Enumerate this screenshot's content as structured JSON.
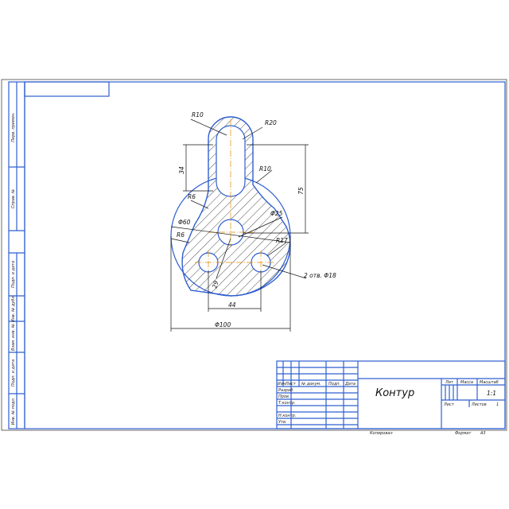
{
  "drawing": {
    "dimensions": {
      "r10_top": "R10",
      "r20": "R20",
      "d34": "34",
      "d75": "75",
      "r10_side": "R10",
      "r6_upper": "R6",
      "phi60": "Φ60",
      "phi25": "Φ25",
      "r6_lower": "R6",
      "r17": "R17",
      "holes": "2 отв. Φ18",
      "d29": "29",
      "d44": "44",
      "phi100": "Φ100"
    }
  },
  "title_block": {
    "title": "Контур",
    "scale_value": "1:1",
    "headers": {
      "lit": "Лит",
      "massa": "Масса",
      "masshtab": "Масштаб"
    },
    "sheet_label": "Лист",
    "sheets_label": "Листов",
    "sheets_count": "1",
    "row_headers": {
      "izm": "Изм",
      "list": "Лист",
      "doc": "№ докум.",
      "podp": "Подп.",
      "data": "Дата"
    },
    "roles": [
      "Разраб.",
      "Пров.",
      "Т.контр.",
      "",
      "Н.контр.",
      "Утв."
    ],
    "copied": "Копировал",
    "format_label": "Формат",
    "format_value": "А3"
  },
  "side_stamp": {
    "cells": [
      "Перв. примен.",
      "Справ. №",
      "Подп. и дата",
      "Инв. № дубл.",
      "Взам. инв. №",
      "Подп. и дата",
      "Инв. № подл."
    ]
  }
}
